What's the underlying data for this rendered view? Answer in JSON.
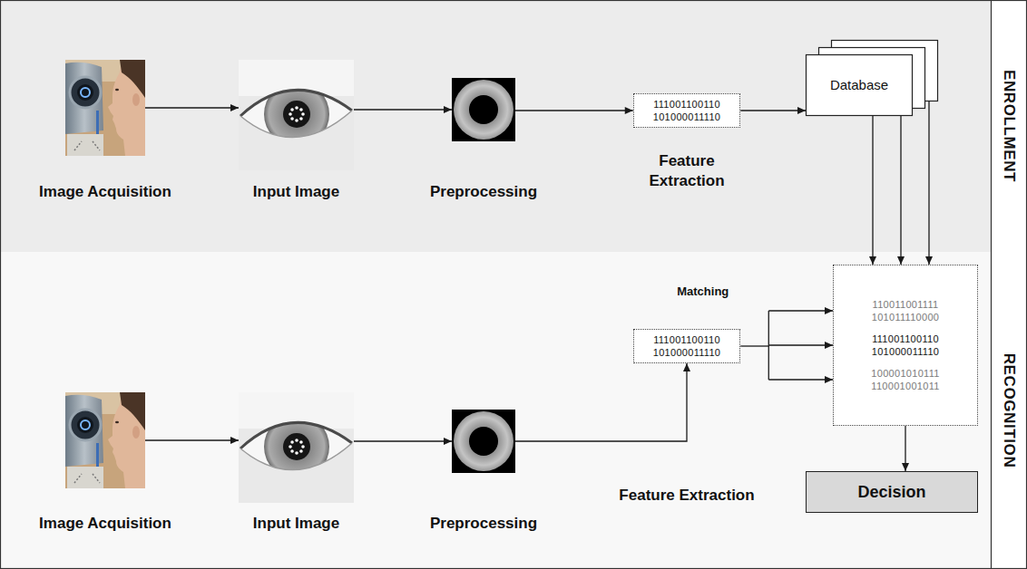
{
  "diagram": {
    "nodes": [
      {
        "text": [
          "ENROLLMENT"
        ]
      },
      {
        "text": [
          "Image Acquisition"
        ],
        "in": 0
      },
      {
        "text": [
          "Input Image"
        ],
        "in": 0
      },
      {
        "text": [
          "Preprocessing"
        ],
        "in": 0
      },
      {
        "text": [
          "111001100110 101000011110",
          "Feature Extraction"
        ],
        "in": 0
      },
      {
        "text": [
          "Database"
        ],
        "in": 0
      },
      {
        "text": [
          "RECOGNITION"
        ]
      },
      {
        "text": [
          "Image Acquisition"
        ],
        "in": 6
      },
      {
        "text": [
          "Input Image"
        ],
        "in": 6
      },
      {
        "text": [
          "Preprocessing"
        ],
        "in": 6
      },
      {
        "text": [
          "111001100110 101000011110"
        ],
        "in": 6
      },
      {
        "text": [
          "110011001111 101011110000",
          "111001100110 101000011110",
          "100001010111 110001001011"
        ],
        "in": 6
      },
      {
        "text": [
          "Decision"
        ],
        "in": 6
      }
    ],
    "edges": [
      {
        "from": 1,
        "to": 2,
        "arrow": "to"
      },
      {
        "from": 2,
        "to": 3,
        "arrow": "to"
      },
      {
        "from": 3,
        "to": 4,
        "arrow": "to"
      },
      {
        "from": 4,
        "to": 5,
        "arrow": "to"
      },
      {
        "from": 5,
        "to": 11,
        "arrow": "to"
      },
      {
        "from": 5,
        "to": 11,
        "arrow": "to"
      },
      {
        "from": 5,
        "to": 11,
        "arrow": "to"
      },
      {
        "from": 7,
        "to": 8,
        "arrow": "to"
      },
      {
        "from": 8,
        "to": 9,
        "arrow": "to"
      },
      {
        "from": 9,
        "to": 10,
        "label": "Feature Extraction",
        "arrow": "to"
      },
      {
        "from": 10,
        "to": 11,
        "label": "Matching",
        "arrow": "to"
      },
      {
        "from": 11,
        "to": 12,
        "arrow": "to"
      }
    ]
  }
}
